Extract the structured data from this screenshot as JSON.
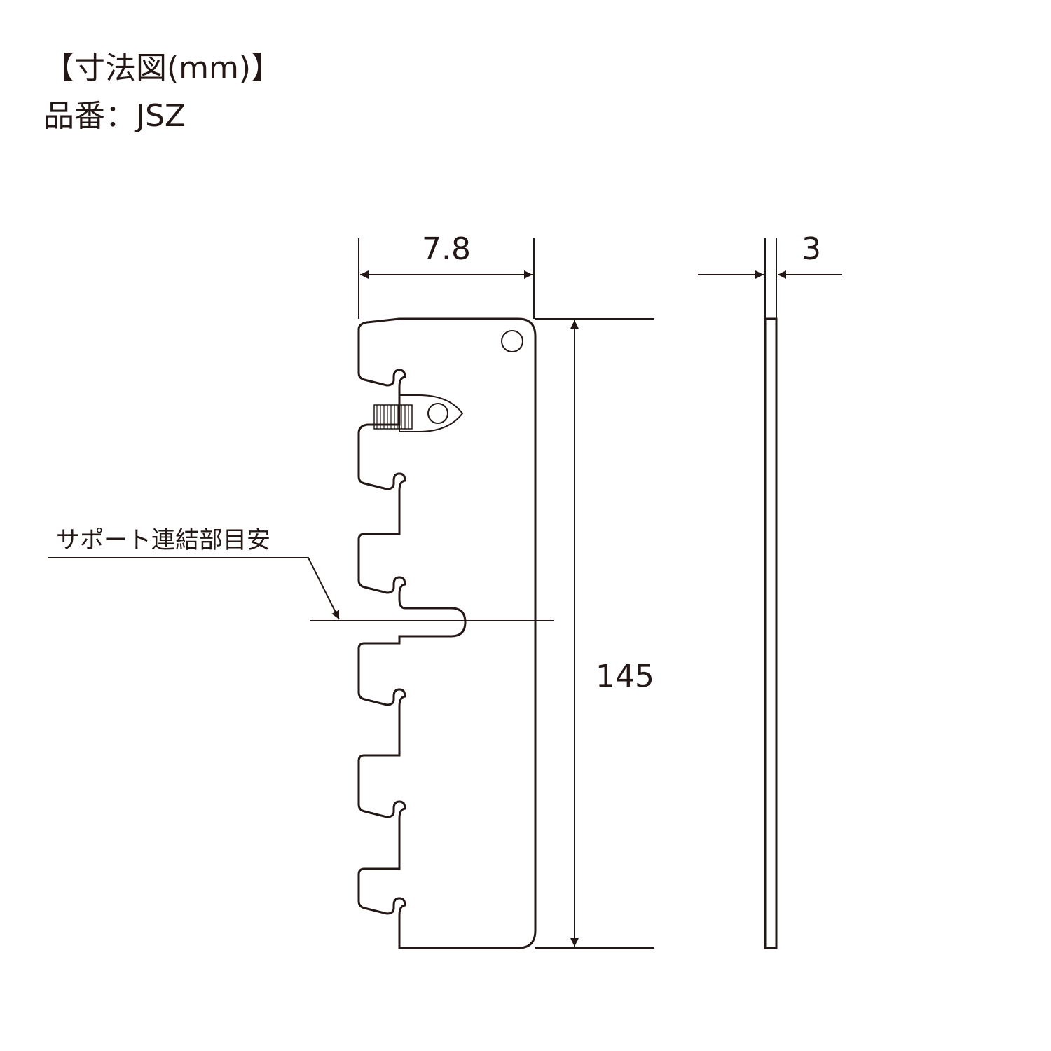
{
  "header": {
    "title": "【寸法図(mm)】",
    "product_code": "品番：JSZ"
  },
  "dimensions": {
    "width": "7.8",
    "thickness": "3",
    "height": "145"
  },
  "annotation": {
    "support_joint": "サポート連結部目安"
  },
  "colors": {
    "line": "#231815",
    "background": "#ffffff"
  }
}
